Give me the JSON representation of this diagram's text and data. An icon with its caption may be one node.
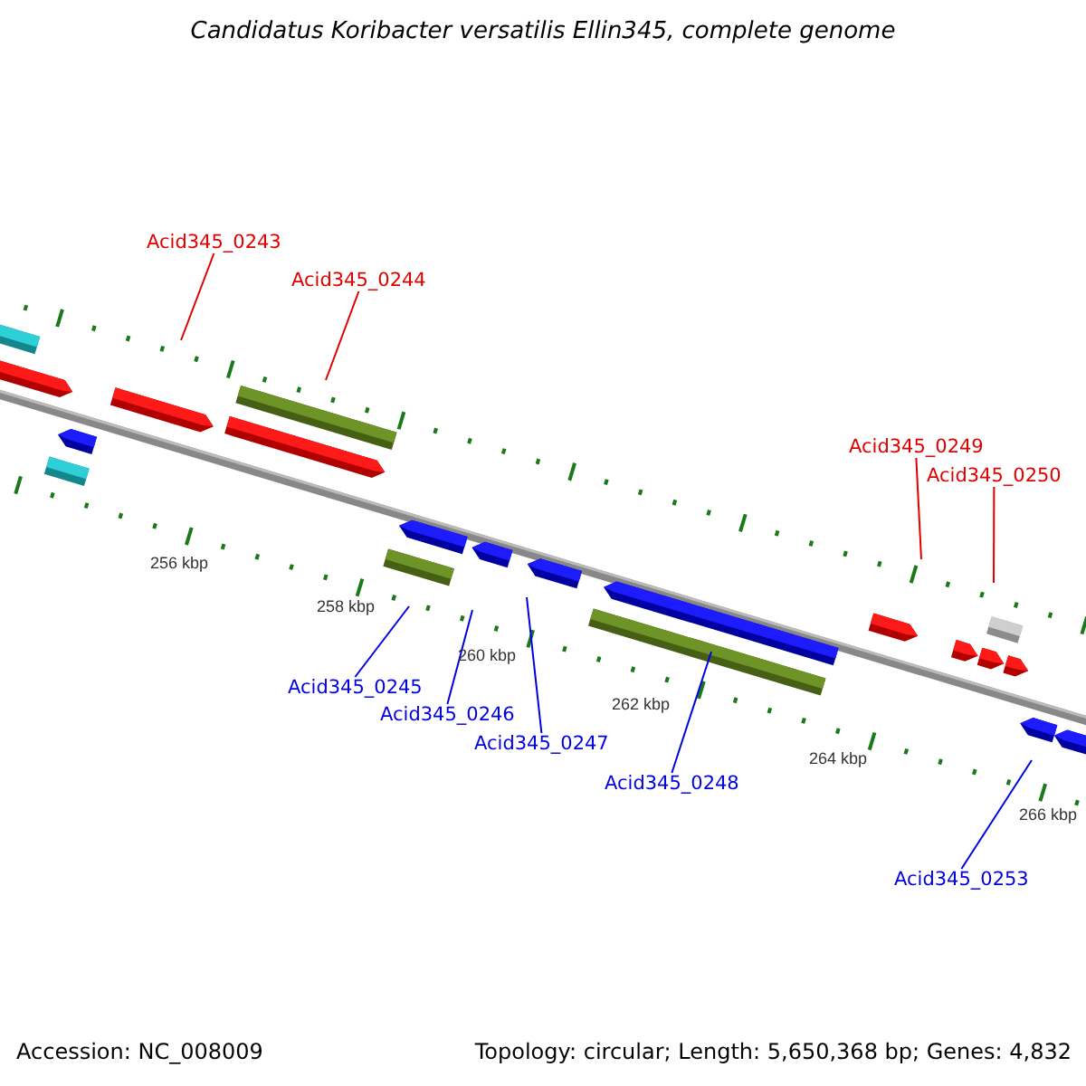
{
  "diagram": {
    "title": "Candidatus Koribacter versatilis Ellin345, complete genome",
    "nodes": [
      {
        "text": [
          "Acid345_0243"
        ]
      },
      {
        "text": [
          "Acid345_0244"
        ]
      },
      {
        "text": [
          "Acid345_0249"
        ]
      },
      {
        "text": [
          "Acid345_0250"
        ]
      },
      {
        "text": [
          "Acid345_0245"
        ]
      },
      {
        "text": [
          "Acid345_0246"
        ]
      },
      {
        "text": [
          "Acid345_0247"
        ]
      },
      {
        "text": [
          "Acid345_0248"
        ]
      },
      {
        "text": [
          "Acid345_0253"
        ]
      }
    ],
    "edges": [
      {
        "from": 0,
        "to": null,
        "arrow": "none",
        "color": "#e00000"
      },
      {
        "from": 1,
        "to": null,
        "arrow": "none",
        "color": "#e00000"
      },
      {
        "from": 2,
        "to": null,
        "arrow": "none",
        "color": "#e00000"
      },
      {
        "from": 3,
        "to": null,
        "arrow": "none",
        "color": "#e00000"
      },
      {
        "from": 4,
        "to": null,
        "arrow": "none",
        "color": "#0000e0"
      },
      {
        "from": 5,
        "to": null,
        "arrow": "none",
        "color": "#0000e0"
      },
      {
        "from": 6,
        "to": null,
        "arrow": "none",
        "color": "#0000e0"
      },
      {
        "from": 7,
        "to": null,
        "arrow": "none",
        "color": "#0000e0"
      },
      {
        "from": 8,
        "to": null,
        "arrow": "none",
        "color": "#0000e0"
      }
    ],
    "labels": [
      "256 kbp",
      "258 kbp",
      "260 kbp",
      "262 kbp",
      "264 kbp",
      "266 kbp",
      "Accession: NC_008009",
      "Topology: circular; Length: 5,650,368 bp; Genes: 4,832"
    ]
  }
}
